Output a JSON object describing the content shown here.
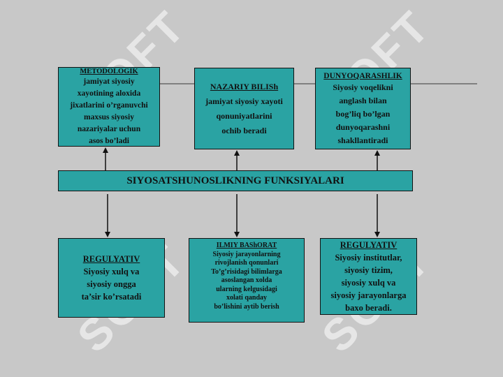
{
  "watermark": "SOFT",
  "top_boxes": {
    "metodologik": {
      "title": "METODOLOGIK",
      "lines": [
        "jamiyat siyosiy",
        "xayotining aloxida",
        "jixatlarini o’rganuvchi",
        "maxsus siyosiy",
        "nazariyalar uchun",
        "asos bo’ladi"
      ]
    },
    "nazariy": {
      "title": "NAZARIY BILISh",
      "lines": [
        "jamiyat siyosiy xayoti",
        "qonuniyatlarini",
        "ochib beradi"
      ]
    },
    "dunyoqarash": {
      "title": "DUNYOQARASHLIK",
      "lines": [
        "Siyosiy voqelikni",
        "anglash bilan",
        "bog’liq bo’lgan",
        "dunyoqarashni",
        "shakllantiradi"
      ]
    }
  },
  "main": {
    "title": "SIYOSATSHUNOSLIKNING FUNKSIYALARI"
  },
  "bottom_boxes": {
    "regulyativ1": {
      "title": "REGULYATIV",
      "lines": [
        "Siyosiy xulq va",
        "siyosiy ongga",
        "ta’sir ko’rsatadi"
      ]
    },
    "ilmiy": {
      "title": "ILMIY BAShORAT",
      "lines": [
        "Siyosiy jarayonlarning",
        "rivojlanish qonunlari",
        "To’g’risidagi bilimlarga",
        "asoslangan xolda",
        "ularning kelgusidagi",
        "xolati qanday",
        "bo’lishini aytib berish"
      ]
    },
    "regulyativ2": {
      "title": "REGULYATIV",
      "lines": [
        "Siyosiy institutlar,",
        "siyosiy tizim,",
        "siyosiy xulq va",
        "siyosiy jarayonlarga",
        "baxo beradi."
      ]
    }
  },
  "colors": {
    "background": "#c8c8c8",
    "box_fill": "#2aa3a3",
    "border": "#111111"
  }
}
